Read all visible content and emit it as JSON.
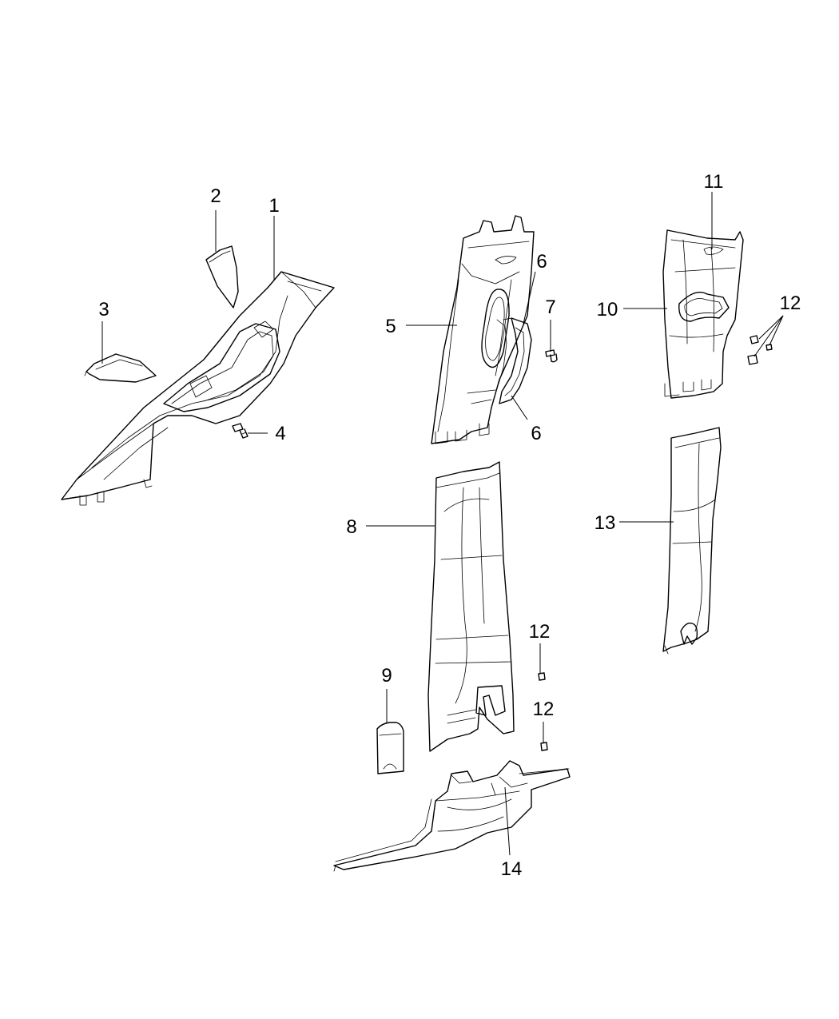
{
  "diagram": {
    "callouts": [
      {
        "id": "c1",
        "label": "1"
      },
      {
        "id": "c2",
        "label": "2"
      },
      {
        "id": "c3",
        "label": "3"
      },
      {
        "id": "c4",
        "label": "4"
      },
      {
        "id": "c5",
        "label": "5"
      },
      {
        "id": "c6a",
        "label": "6"
      },
      {
        "id": "c6b",
        "label": "6"
      },
      {
        "id": "c7",
        "label": "7"
      },
      {
        "id": "c8",
        "label": "8"
      },
      {
        "id": "c9",
        "label": "9"
      },
      {
        "id": "c10",
        "label": "10"
      },
      {
        "id": "c11",
        "label": "11"
      },
      {
        "id": "c12a",
        "label": "12"
      },
      {
        "id": "c12b",
        "label": "12"
      },
      {
        "id": "c12c",
        "label": "12"
      },
      {
        "id": "c13",
        "label": "13"
      },
      {
        "id": "c14",
        "label": "14"
      }
    ]
  }
}
